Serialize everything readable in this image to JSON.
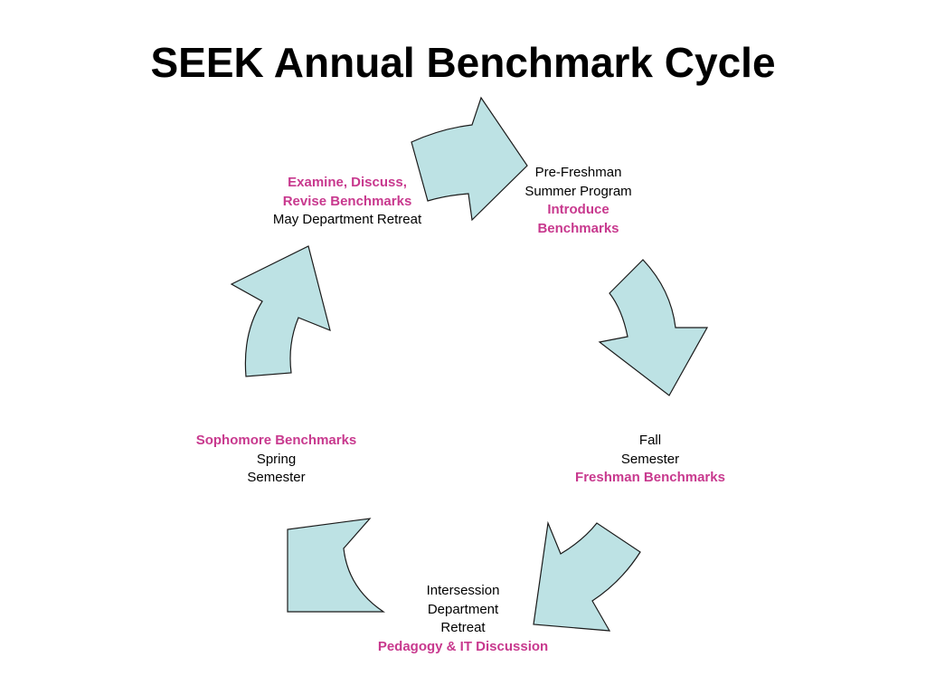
{
  "title": "SEEK Annual Benchmark Cycle",
  "colors": {
    "arrow_fill": "#bde2e4",
    "arrow_stroke": "#1a1a1a",
    "highlight": "#c8398e"
  },
  "stages": [
    {
      "lines": [
        {
          "text": "Pre-Freshman",
          "highlight": false
        },
        {
          "text": "Summer Program",
          "highlight": false
        },
        {
          "text": "Introduce",
          "highlight": true
        },
        {
          "text": "Benchmarks",
          "highlight": true
        }
      ]
    },
    {
      "lines": [
        {
          "text": "Fall",
          "highlight": false
        },
        {
          "text": "Semester",
          "highlight": false
        },
        {
          "text": "Freshman Benchmarks",
          "highlight": true
        }
      ]
    },
    {
      "lines": [
        {
          "text": "Intersession",
          "highlight": false
        },
        {
          "text": "Department",
          "highlight": false
        },
        {
          "text": "Retreat",
          "highlight": false
        },
        {
          "text": "Pedagogy & IT Discussion",
          "highlight": true
        }
      ]
    },
    {
      "lines": [
        {
          "text": "Sophomore Benchmarks",
          "highlight": true
        },
        {
          "text": "Spring",
          "highlight": false
        },
        {
          "text": "Semester",
          "highlight": false
        }
      ]
    },
    {
      "lines": [
        {
          "text": "Examine, Discuss,",
          "highlight": true
        },
        {
          "text": "Revise Benchmarks",
          "highlight": true
        },
        {
          "text": "May Department Retreat",
          "highlight": false
        }
      ]
    }
  ]
}
